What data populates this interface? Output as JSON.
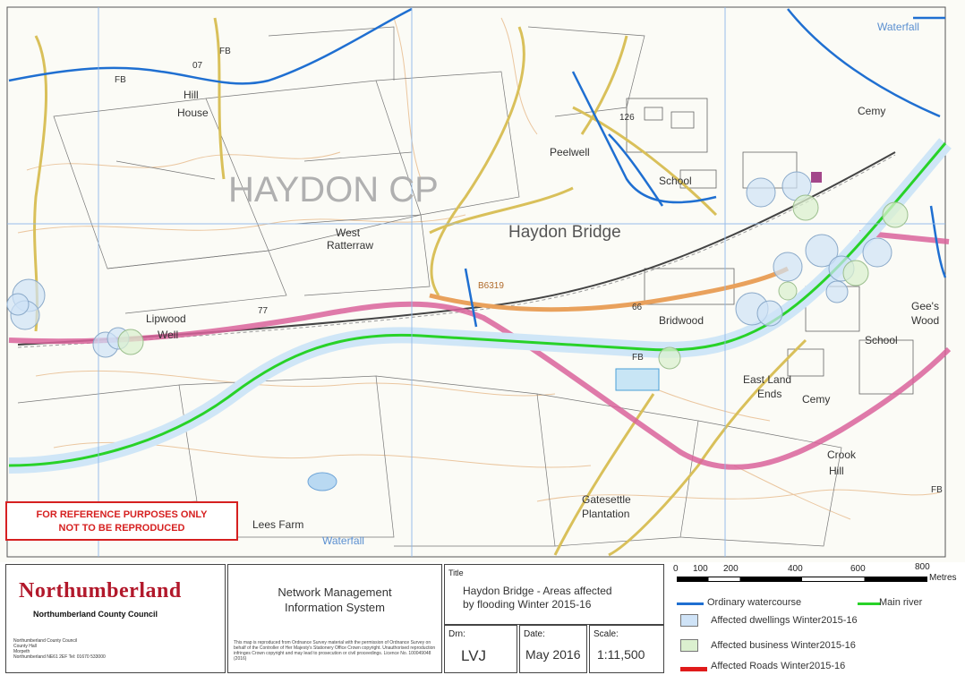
{
  "map": {
    "parish_label": "HAYDON CP",
    "town_label": "Haydon Bridge",
    "place_labels": [
      {
        "id": "hill-house-1",
        "text": "Hill"
      },
      {
        "id": "hill-house-2",
        "text": "House"
      },
      {
        "id": "west-ratterraw-1",
        "text": "West"
      },
      {
        "id": "west-ratterraw-2",
        "text": "Ratterraw"
      },
      {
        "id": "lipwood-well-1",
        "text": "Lipwood"
      },
      {
        "id": "lipwood-well-2",
        "text": "Well"
      },
      {
        "id": "peelwell",
        "text": "Peelwell"
      },
      {
        "id": "school-1",
        "text": "School"
      },
      {
        "id": "cemy-1",
        "text": "Cemy"
      },
      {
        "id": "bridwood",
        "text": "Bridwood"
      },
      {
        "id": "gees-wood-1",
        "text": "Gee's"
      },
      {
        "id": "gees-wood-2",
        "text": "Wood"
      },
      {
        "id": "school-2",
        "text": "School"
      },
      {
        "id": "east-land-ends-1",
        "text": "East Land"
      },
      {
        "id": "east-land-ends-2",
        "text": "Ends"
      },
      {
        "id": "cemy-2",
        "text": "Cemy"
      },
      {
        "id": "crook-hill-1",
        "text": "Crook"
      },
      {
        "id": "crook-hill-2",
        "text": "Hill"
      },
      {
        "id": "gatesettle-1",
        "text": "Gatesettle"
      },
      {
        "id": "gatesettle-2",
        "text": "Plantation"
      },
      {
        "id": "lees-farm",
        "text": "Lees Farm"
      },
      {
        "id": "waterfall-1",
        "text": "Waterfall"
      },
      {
        "id": "waterfall-2",
        "text": "Waterfall"
      },
      {
        "id": "road-b6319",
        "text": "B6319"
      },
      {
        "id": "num-77",
        "text": "77"
      },
      {
        "id": "num-66",
        "text": "66"
      },
      {
        "id": "num-126",
        "text": "126"
      },
      {
        "id": "num-07",
        "text": "07"
      },
      {
        "id": "fb-1",
        "text": "FB"
      },
      {
        "id": "fb-2",
        "text": "FB"
      },
      {
        "id": "fb-3",
        "text": "FB"
      },
      {
        "id": "fb-4",
        "text": "FB"
      }
    ],
    "reference_notice": [
      "FOR REFERENCE PURPOSES ONLY",
      "NOT TO BE REPRODUCED"
    ]
  },
  "info_panel": {
    "council_logo": "Northumberland",
    "council_name": "Northumberland County Council",
    "council_address": [
      "Northumberland County Council",
      "County Hall",
      "Morpeth",
      "Northumberland NE61 2EF Tel: 01670 533000"
    ],
    "system_name": [
      "Network Management",
      "Information System"
    ],
    "copyright_text": "This map is reproduced from Ordnance Survey material with the permission of Ordnance Survey on behalf of the Controller of Her Majesty's Stationery Office Crown copyright. Unauthorised reproduction infringes Crown copyright and may lead to prosecution or civil proceedings. Licence No. 100049048 (2016)",
    "title_label": "Title",
    "title_text": [
      "Haydon Bridge - Areas affected",
      "by flooding Winter 2015-16"
    ],
    "drn_label": "Drn:",
    "drn_value": "LVJ",
    "date_label": "Date:",
    "date_value": "May 2016",
    "scale_label": "Scale:",
    "scale_value": "1:11,500"
  },
  "scale_bar": {
    "ticks": [
      "0",
      "100",
      "200",
      "400",
      "600",
      "800"
    ],
    "unit": "Metres"
  },
  "legend": {
    "items": [
      {
        "label": "Ordinary watercourse",
        "color": "#1f6fd1"
      },
      {
        "label": "Main river",
        "color": "#28d228"
      },
      {
        "label": "Affected dwellings Winter2015-16",
        "color": "#cfe3f7"
      },
      {
        "label": "Affected  business Winter2015-16",
        "color": "#dbf0cf"
      },
      {
        "label": "Affected Roads Winter2015-16",
        "color": "#e01b1b"
      }
    ]
  },
  "colors": {
    "brand_red": "#b2182b",
    "notice_red": "#d62020",
    "watercourse": "#1f6fd1",
    "main_river": "#28d228",
    "affected_road": "#d9639b",
    "grid": "#8fb8e8",
    "road": "#e8d27a"
  }
}
